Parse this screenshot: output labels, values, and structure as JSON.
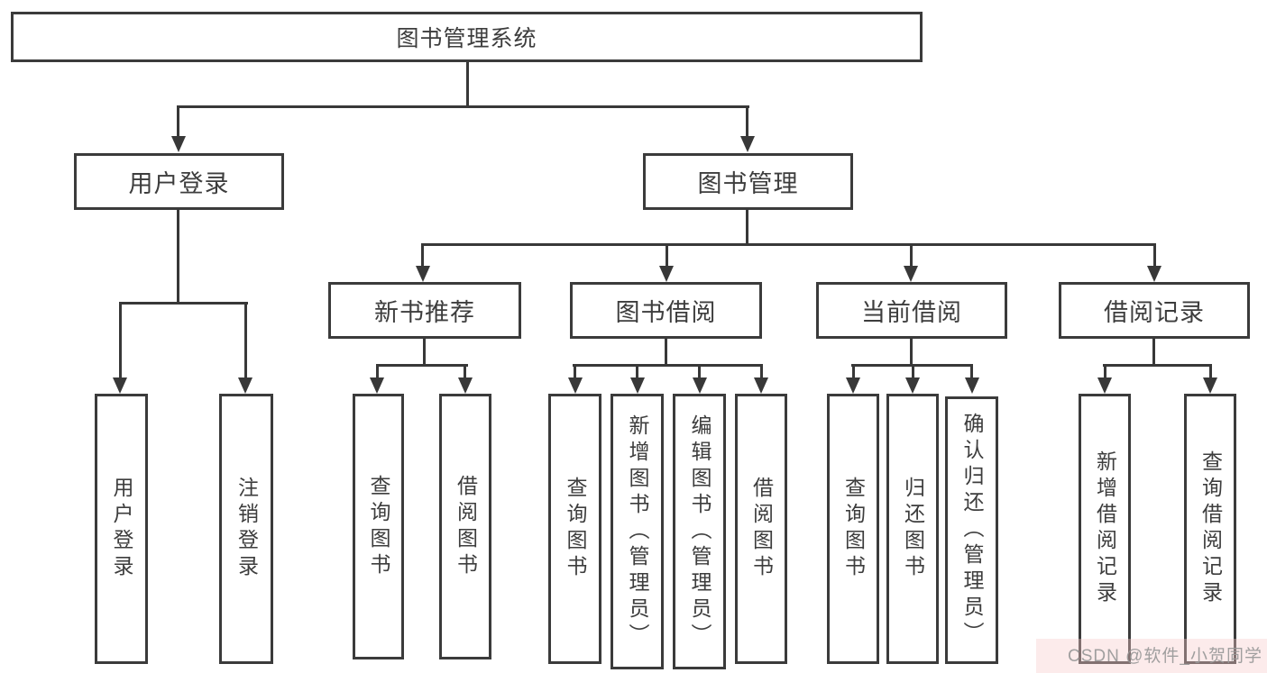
{
  "diagram": {
    "type": "tree",
    "root_label": "图书管理系统",
    "branches": [
      {
        "label": "用户登录",
        "children": [
          {
            "label": "用户登录"
          },
          {
            "label": "注销登录"
          }
        ]
      },
      {
        "label": "图书管理",
        "children": [
          {
            "label": "新书推荐",
            "children": [
              {
                "label": "查询图书"
              },
              {
                "label": "借阅图书"
              }
            ]
          },
          {
            "label": "图书借阅",
            "children": [
              {
                "label": "查询图书"
              },
              {
                "label": "新增图书（管理员）"
              },
              {
                "label": "编辑图书（管理员）"
              },
              {
                "label": "借阅图书"
              }
            ]
          },
          {
            "label": "当前借阅",
            "children": [
              {
                "label": "查询图书"
              },
              {
                "label": "归还图书"
              },
              {
                "label": "确认归还（管理员）"
              }
            ]
          },
          {
            "label": "借阅记录",
            "children": [
              {
                "label": "新增借阅记录"
              },
              {
                "label": "查询借阅记录"
              }
            ]
          }
        ]
      }
    ]
  },
  "watermark": {
    "text": "CSDN @软件_小贺同学"
  },
  "colors": {
    "background": "#ffffff",
    "line": "#383838",
    "box_border": "#3b3b3b",
    "text": "#3d3d3d",
    "watermark_text": "#989898",
    "watermark_bg": "#f8caca"
  }
}
